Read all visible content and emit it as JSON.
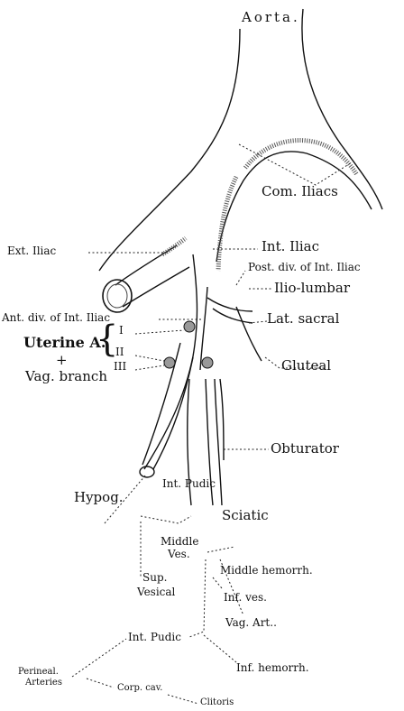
{
  "labels": {
    "aorta": "Aorta.",
    "com_iliacs": "Com. Iliacs",
    "ext_iliac": "Ext. Iliac",
    "int_iliac": "Int. Iliac",
    "post_div": "Post. div. of Int. Iliac",
    "ilio_lumbar": "Ilio-lumbar",
    "ant_div": "Ant. div. of Int. Iliac",
    "lat_sacral": "Lat. sacral",
    "uterine": "Uterine A.",
    "roman_1": "I",
    "roman_2": "II",
    "roman_3": "III",
    "plus": "+",
    "vag_branch": "Vag. branch",
    "gluteal": "Gluteal",
    "obturator": "Obturator",
    "hypog": "Hypog.",
    "int_pudic_upper": "Int. Pudic",
    "sciatic": "Sciatic",
    "middle_ves_1": "Middle",
    "middle_ves_2": "Ves.",
    "middle_hemorrh": "Middle hemorrh.",
    "sup_vesical_1": "Sup.",
    "sup_vesical_2": "Vesical",
    "inf_ves": "Inf. ves.",
    "vag_art": "Vag. Art..",
    "int_pudic_lower": "Int. Pudic",
    "perineal_1": "Perineal.",
    "perineal_2": "Arteries",
    "corp_cav": "Corp. cav.",
    "clitoris": "Clitoris",
    "inf_hemorrh": "Inf. hemorrh."
  }
}
